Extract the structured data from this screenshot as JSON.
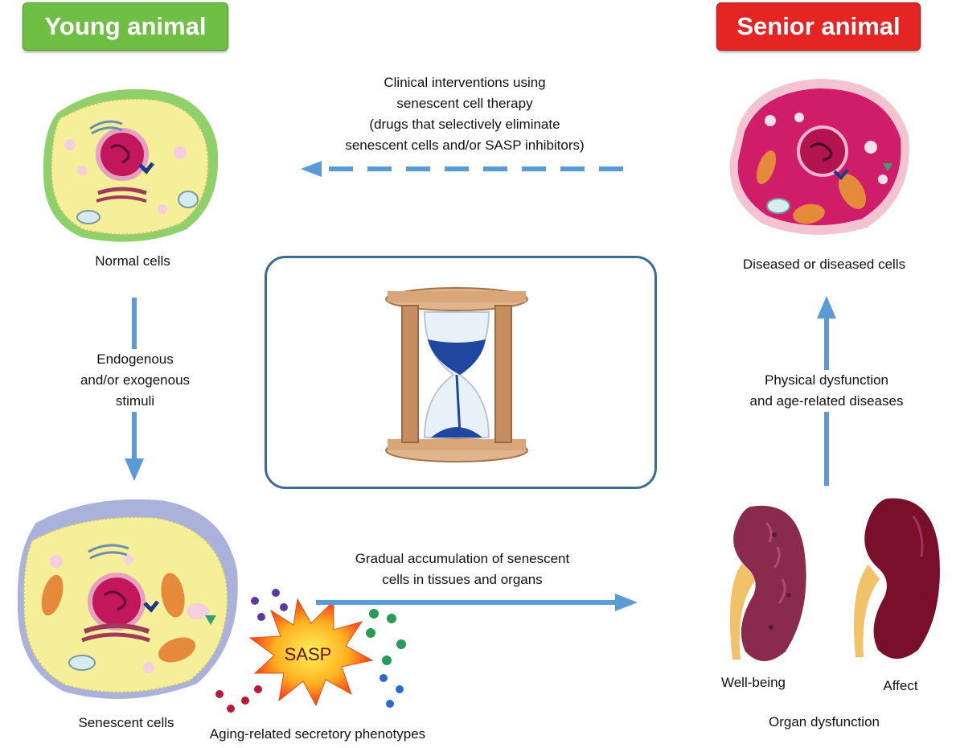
{
  "header": {
    "young_title": "Young animal",
    "senior_title": "Senior animal"
  },
  "nodes": {
    "normal_cells": "Normal cells",
    "diseased_cells": "Diseased or diseased cells",
    "senescent_cells": "Senescent cells",
    "sasp_caption": "Aging-related secretory phenotypes",
    "sasp_burst": "SASP",
    "well_being": "Well-being",
    "affect": "Affect",
    "organ_dysfunction": "Organ dysfunction"
  },
  "edges": {
    "intervention": [
      "Clinical interventions using",
      "senescent cell therapy",
      "(drugs that selectively eliminate",
      "senescent cells and/or SASP inhibitors)"
    ],
    "stimuli": [
      "Endogenous",
      "and/or exogenous",
      "stimuli"
    ],
    "accumulation": [
      "Gradual accumulation of senescent",
      "cells in tissues and organs"
    ],
    "dysfunction": [
      "Physical dysfunction",
      "and age-related diseases"
    ]
  },
  "colors": {
    "young_green": "#6fbf44",
    "senior_red": "#e52424",
    "arrow_blue": "#5b9bd5",
    "frame_blue": "#3c6a97"
  },
  "icons": [
    "hourglass-icon",
    "normal-cell-icon",
    "diseased-cell-icon",
    "senescent-cell-icon",
    "sasp-burst-icon",
    "healthy-kidney-icon",
    "damaged-kidney-icon"
  ]
}
